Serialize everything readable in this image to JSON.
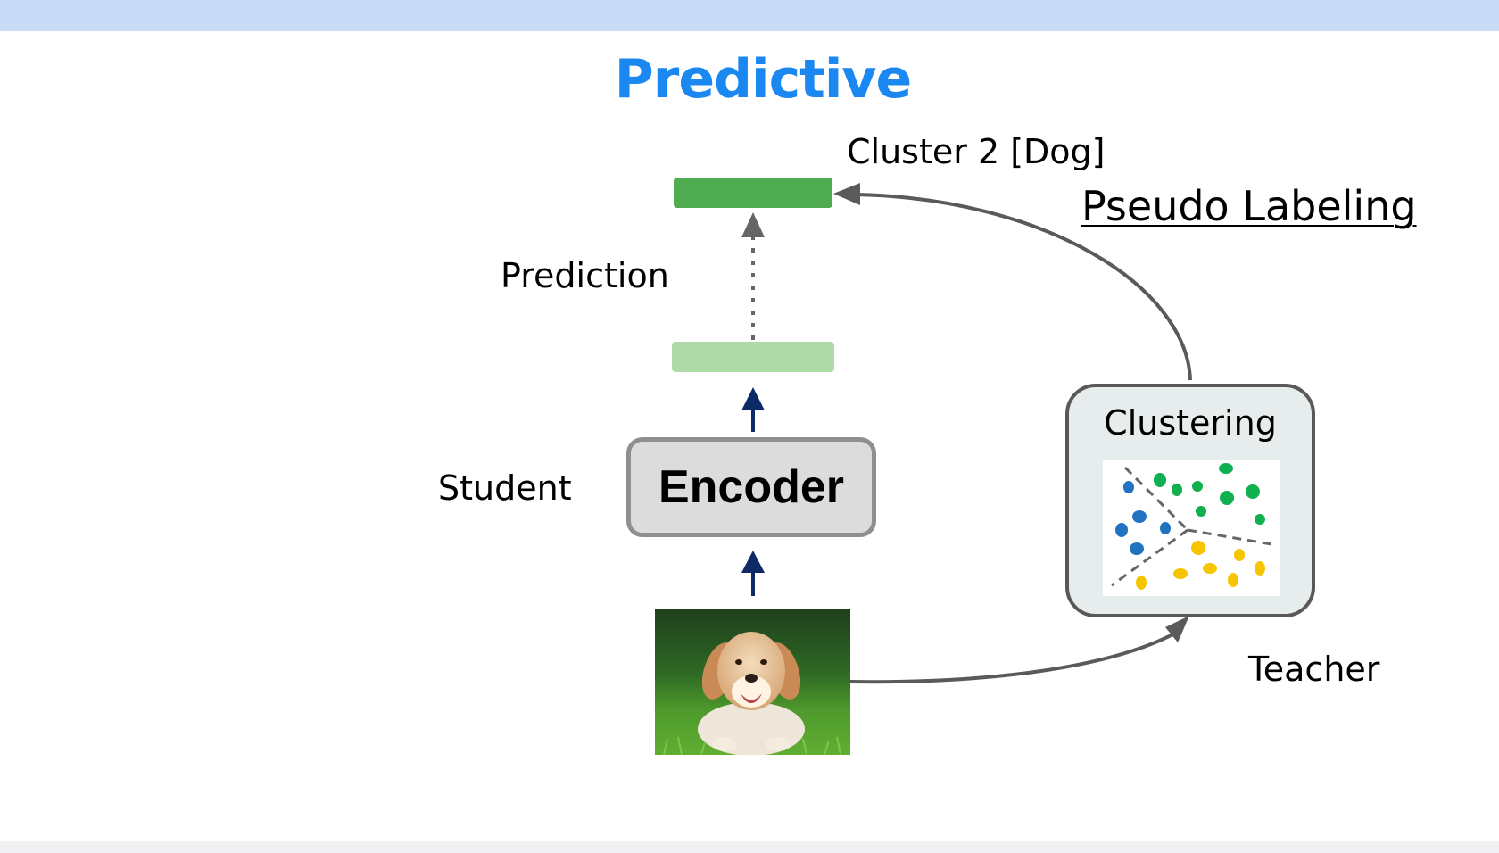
{
  "title": "Predictive",
  "labels": {
    "cluster_label": "Cluster 2 [Dog]",
    "pseudo_labeling": "Pseudo Labeling",
    "prediction": "Prediction",
    "student": "Student",
    "teacher": "Teacher"
  },
  "encoder": {
    "label": "Encoder"
  },
  "clustering": {
    "title": "Clustering",
    "point_colors": {
      "blue": "#1f73c0",
      "green": "#10b050",
      "yellow": "#f6c400"
    }
  },
  "image": {
    "subject": "golden retriever puppy lying in grass"
  },
  "colors": {
    "title": "#1a88f0",
    "bar_dark": "#4fac50",
    "bar_light": "#aedba7",
    "arrow_navy": "#0e2a66",
    "arrow_gray": "#5a5a5a",
    "top_bar": "#c8dcf8"
  }
}
